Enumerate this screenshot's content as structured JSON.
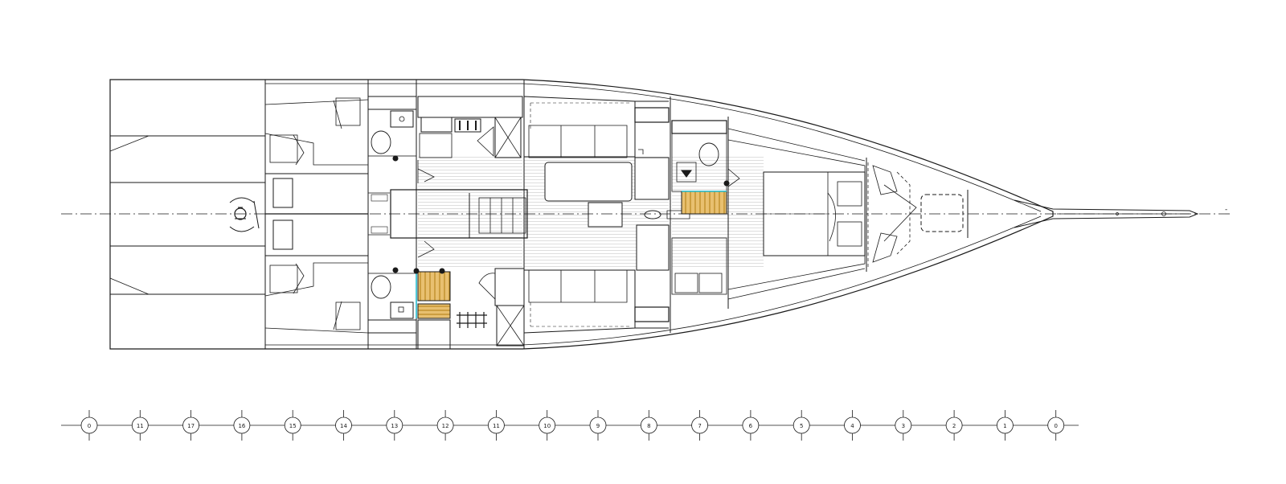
{
  "drawing": {
    "type": "yacht-interior-general-arrangement-plan",
    "view": "plan",
    "stroke_color": "#1a1a1a",
    "floor_color": "#c8c8c8",
    "stair_color": "#d9a830",
    "accent_color": "#19b5c8",
    "centerline_style": "dash-dot"
  },
  "bow_tag": "-",
  "station_scale": {
    "labels": [
      "0",
      "11",
      "17",
      "16",
      "15",
      "14",
      "13",
      "12",
      "11",
      "10",
      "9",
      "8",
      "7",
      "6",
      "5",
      "4",
      "3",
      "2",
      "1",
      "0"
    ]
  }
}
